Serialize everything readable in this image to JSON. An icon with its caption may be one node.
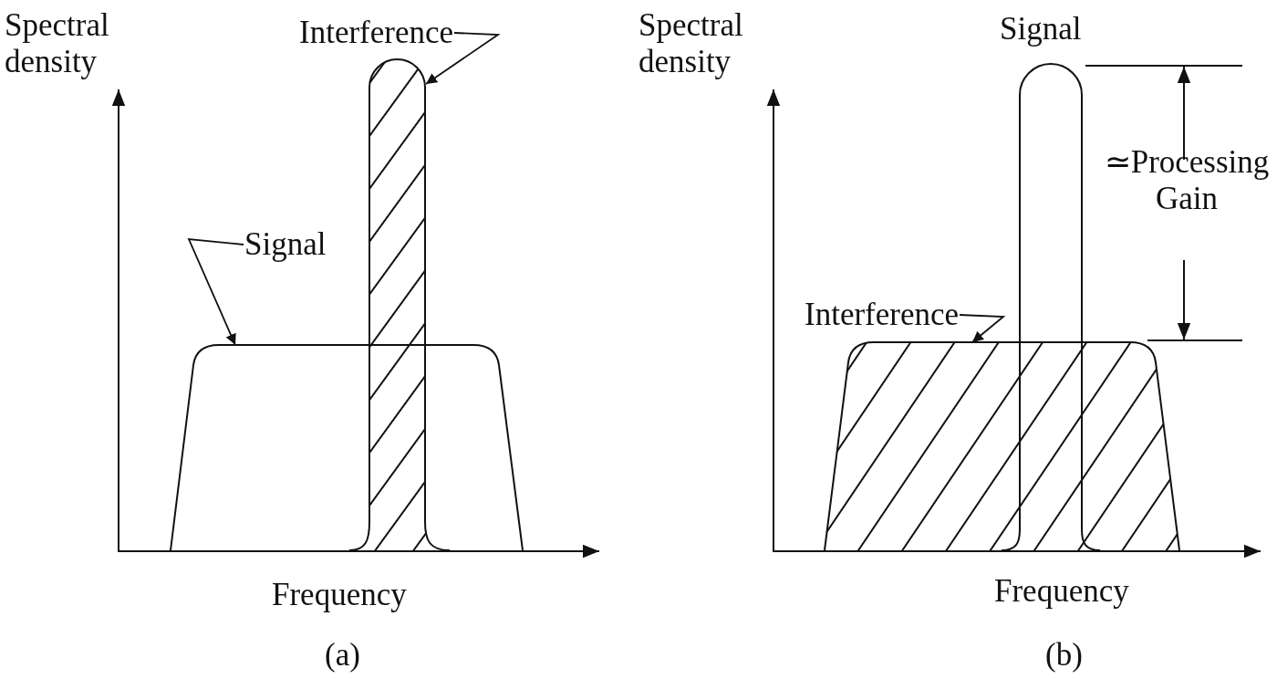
{
  "diagram": {
    "nodes": [
      {
        "text": [
          "Interference"
        ]
      },
      {
        "text": [],
        "shape": "bar"
      },
      {
        "text": [
          "Signal"
        ]
      },
      {
        "text": [],
        "shape": "box"
      },
      {
        "text": [
          "Interference"
        ]
      },
      {
        "text": [],
        "shape": "box"
      }
    ],
    "edges": [
      {
        "from": 0,
        "to": 1,
        "arrow": "to"
      },
      {
        "from": 2,
        "to": 3,
        "arrow": "to"
      },
      {
        "from": 4,
        "to": 5,
        "arrow": "to"
      }
    ],
    "labels": [
      "Spectral density",
      "Frequency",
      "(a)",
      "Spectral density",
      "Signal",
      "≃Processing Gain",
      "Frequency",
      "(b)"
    ]
  }
}
